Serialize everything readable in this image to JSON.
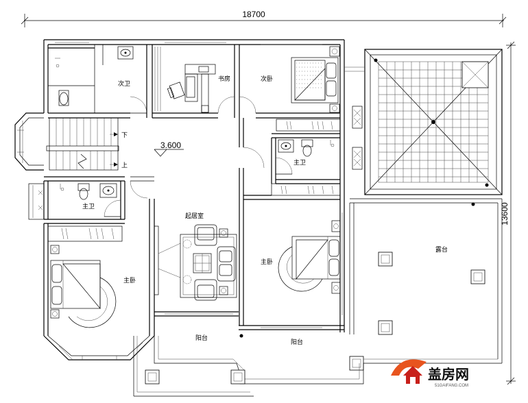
{
  "dimensions": {
    "width_label": "18700",
    "height_label": "13600"
  },
  "level": {
    "elevation": "3.600"
  },
  "stairs": {
    "down": "下",
    "up": "上"
  },
  "rooms": {
    "secondary_bath": "次卫",
    "study": "书房",
    "secondary_bedroom": "次卧",
    "master_bath_right": "主卫",
    "master_bath_left": "主卫",
    "living_room": "起居室",
    "master_bedroom_left": "主卧",
    "master_bedroom_right": "主卧",
    "terrace": "露台",
    "balcony_left": "阳台",
    "balcony_right": "阳台"
  },
  "watermark": {
    "name": "盖房网",
    "url": "51GAIFANG.COM"
  },
  "colors": {
    "line": "#000000",
    "logo_orange": "#e8541e",
    "logo_red": "#c8201a"
  }
}
